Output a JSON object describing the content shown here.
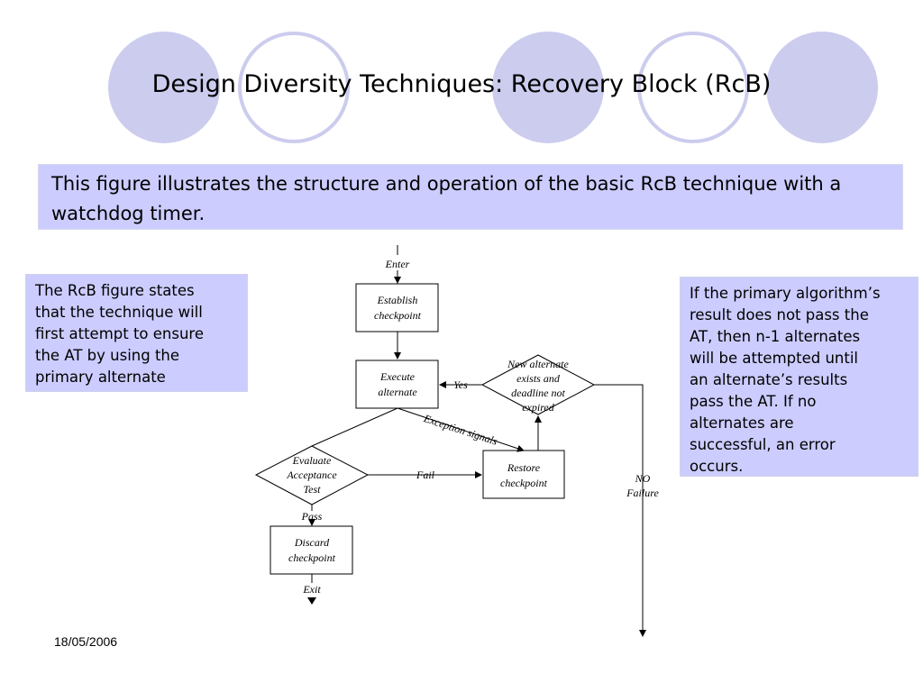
{
  "slide": {
    "title": "Design Diversity Techniques: Recovery Block (RcB)",
    "banner": "This figure illustrates the structure and operation of the basic RcB technique with a watchdog timer.",
    "left_note": "The RcB figure states\nthat the technique will\nfirst attempt to ensure\nthe AT by using the\n primary alternate",
    "right_note": "If the primary algorithm’s\nresult does not pass the\nAT, then n-1 alternates\nwill be attempted until\nan alternate’s results\npass the AT. If no\nalternates are\nsuccessful, an error\noccurs.",
    "date": "18/05/2006"
  },
  "colors": {
    "circle_fill": "#ccccee",
    "circle_ring": "#ccccee",
    "box_fill": "#ccccff"
  },
  "diagram": {
    "enter": "Enter",
    "establish": [
      "Establish",
      "checkpoint"
    ],
    "execute": [
      "Execute",
      "alternate"
    ],
    "decision": [
      "New alternate",
      "exists and",
      "deadline not",
      "expired"
    ],
    "yes": "Yes",
    "exception": "Exception signals",
    "evaluate": [
      "Evaluate",
      "Acceptance",
      "Test"
    ],
    "fail": "Fail",
    "restore": [
      "Restore",
      "checkpoint"
    ],
    "pass": "Pass",
    "discard": [
      "Discard",
      "checkpoint"
    ],
    "exit": "Exit",
    "no_failure": [
      "NO",
      "Failure"
    ]
  }
}
